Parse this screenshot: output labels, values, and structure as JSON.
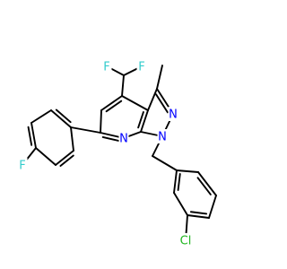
{
  "molecule": {
    "atoms": [
      {
        "id": "F-difluoromethyl-1",
        "label": "F"
      },
      {
        "id": "F-difluoromethyl-2",
        "label": "F"
      },
      {
        "id": "N-pyrazole-2",
        "label": "N"
      },
      {
        "id": "N-pyridine",
        "label": "N"
      },
      {
        "id": "N-pyrazole-1",
        "label": "N"
      },
      {
        "id": "F-para-fluorophenyl",
        "label": "F"
      },
      {
        "id": "Cl-meta-chlorophenyl",
        "label": "Cl"
      }
    ]
  },
  "colors": {
    "bond": "#000000",
    "fluorine": "#33cccc",
    "nitrogen": "#0000ff",
    "chlorine": "#1fb51f",
    "background": "#ffffff"
  }
}
